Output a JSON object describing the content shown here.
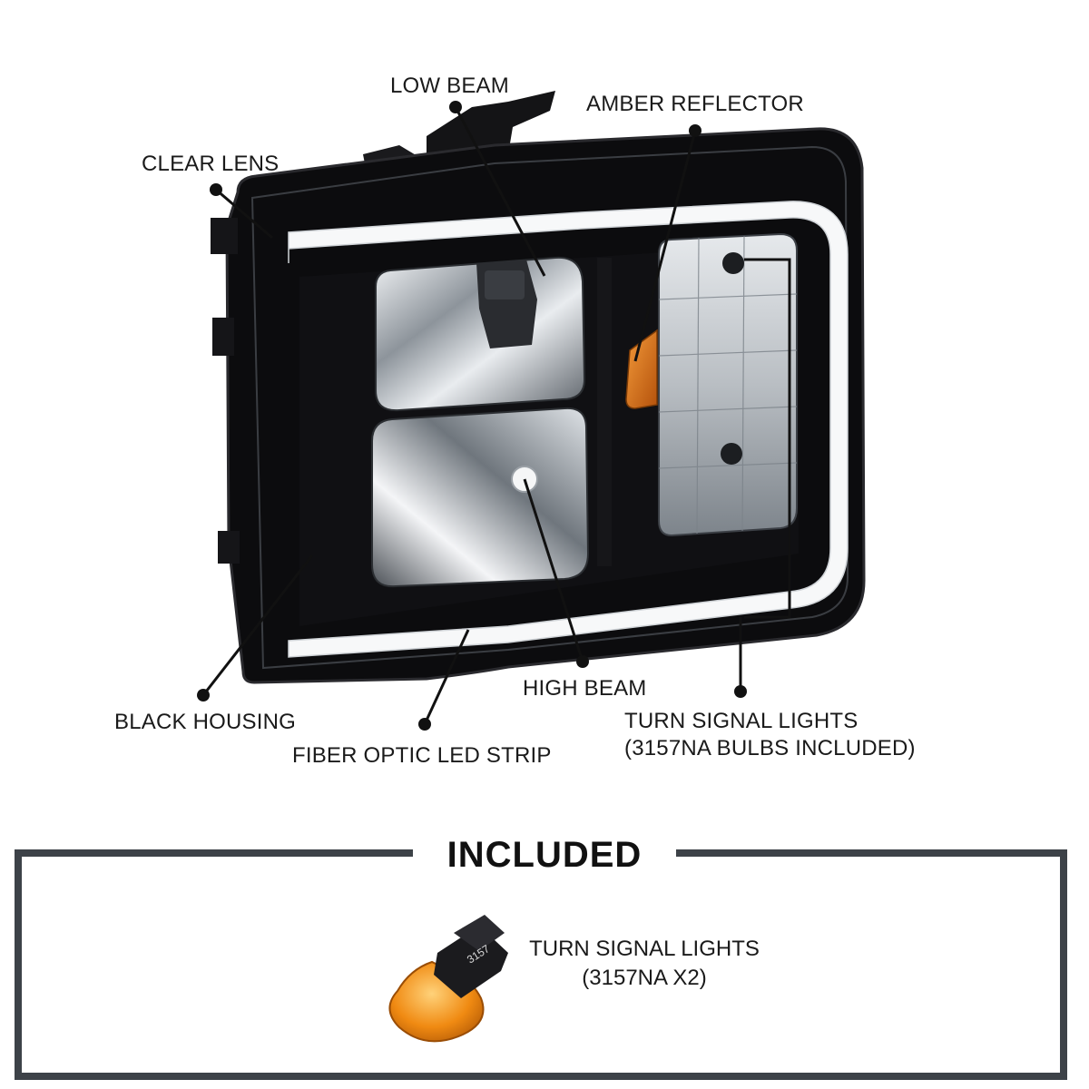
{
  "colors": {
    "housing": "#0d0d0f",
    "chrome": "#9aa0a6",
    "amber": "#d9741a",
    "bulb_amber": "#f08a12",
    "frame": "#3d4248",
    "callout": "#111111"
  },
  "callouts": {
    "low_beam": "LOW BEAM",
    "amber_reflector": "AMBER REFLECTOR",
    "clear_lens": "CLEAR LENS",
    "high_beam": "HIGH BEAM",
    "black_housing": "BLACK HOUSING",
    "fiber_optic": "FIBER OPTIC LED STRIP",
    "turn_signal": "TURN SIGNAL LIGHTS\n(3157NA BULBS INCLUDED)"
  },
  "included": {
    "title": "INCLUDED",
    "bulb_label": "TURN SIGNAL LIGHTS\n(3157NA X2)",
    "bulb_marking": "3157",
    "icon": "3157-bulb-icon"
  }
}
